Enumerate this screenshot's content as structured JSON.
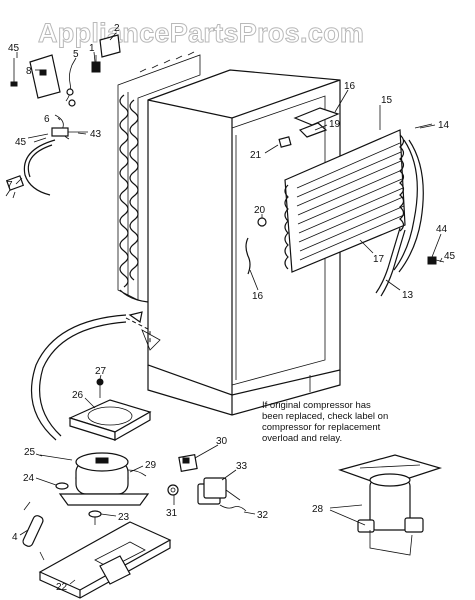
{
  "watermark": "AppliancePartsPros.com",
  "note_lines": [
    "If original compressor has",
    "been replaced, check label on",
    "compressor for replacement",
    "overload and relay."
  ],
  "callouts": {
    "c1": "1",
    "c2": "2",
    "c4": "4",
    "c5": "5",
    "c6": "6",
    "c7": "7",
    "c8": "8",
    "c13": "13",
    "c14": "14",
    "c15": "15",
    "c16a": "16",
    "c16b": "16",
    "c17": "17",
    "c19": "19",
    "c20": "20",
    "c21": "21",
    "c22": "22",
    "c23": "23",
    "c24": "24",
    "c25": "25",
    "c26": "26",
    "c27": "27",
    "c28": "28",
    "c29": "29",
    "c30": "30",
    "c31": "31",
    "c32": "32",
    "c33": "33",
    "c43": "43",
    "c44": "44",
    "c45a": "45",
    "c45b": "45",
    "c45c": "45"
  }
}
